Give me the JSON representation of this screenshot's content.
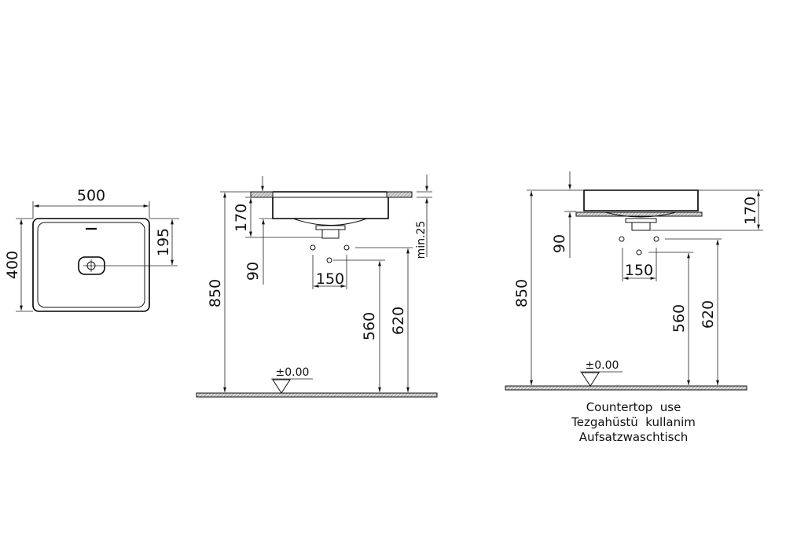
{
  "top_view": {
    "width_label": "500",
    "depth_label": "400",
    "drain_offset_label": "195"
  },
  "side_view_inset": {
    "bowl_height_label": "170",
    "drain_height_label": "90",
    "total_height_label": "850",
    "trap_spacing_label": "150",
    "trap_height_low_label": "560",
    "trap_height_high_label": "620",
    "countertop_min_label": "min.25",
    "floor_level_label": "±0.00"
  },
  "side_view_countertop": {
    "bowl_height_label": "170",
    "drain_height_label": "90",
    "total_height_label": "850",
    "trap_spacing_label": "150",
    "trap_height_low_label": "560",
    "trap_height_high_label": "620",
    "floor_level_label": "±0.00",
    "caption": [
      "Countertop  use",
      "Tezgahüstü  kullanim",
      "Aufsatzwaschtisch"
    ]
  },
  "colors": {
    "line": "#111111",
    "background": "#ffffff",
    "hatch": "#888888"
  }
}
